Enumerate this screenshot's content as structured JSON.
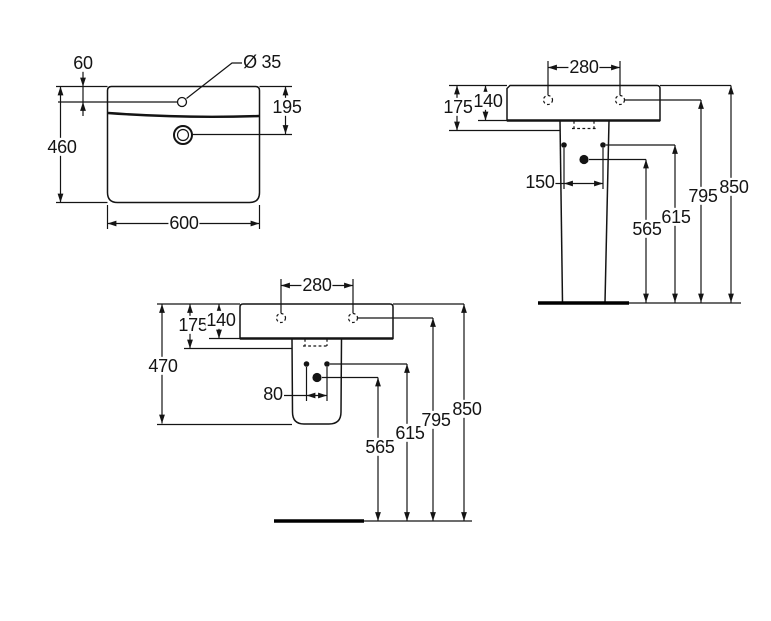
{
  "background": "#ffffff",
  "ink": "#141414",
  "views": {
    "front": {
      "tap_hole_diameter": "Ø 35",
      "tap_hole_center_offset": "60",
      "drain_center_offset": "195",
      "overall_depth": "460",
      "overall_width": "600"
    },
    "side_full_pedestal": {
      "tap_hole_spacing": "280",
      "fixing_plane_depth": "175",
      "rim_edge_depth": "140",
      "fixing_hole_spacing": "150",
      "waste_outlet_height": "565",
      "fixing_hole_height": "615",
      "tap_hole_height": "795",
      "rim_height": "850"
    },
    "side_semi_pedestal": {
      "tap_hole_spacing": "280",
      "fixing_plane_depth": "175",
      "rim_edge_depth": "140",
      "semi_pedestal_drop": "470",
      "fixing_hole_spacing": "80",
      "waste_outlet_height": "565",
      "fixing_hole_height": "615",
      "tap_hole_height": "795",
      "rim_height": "850"
    }
  }
}
